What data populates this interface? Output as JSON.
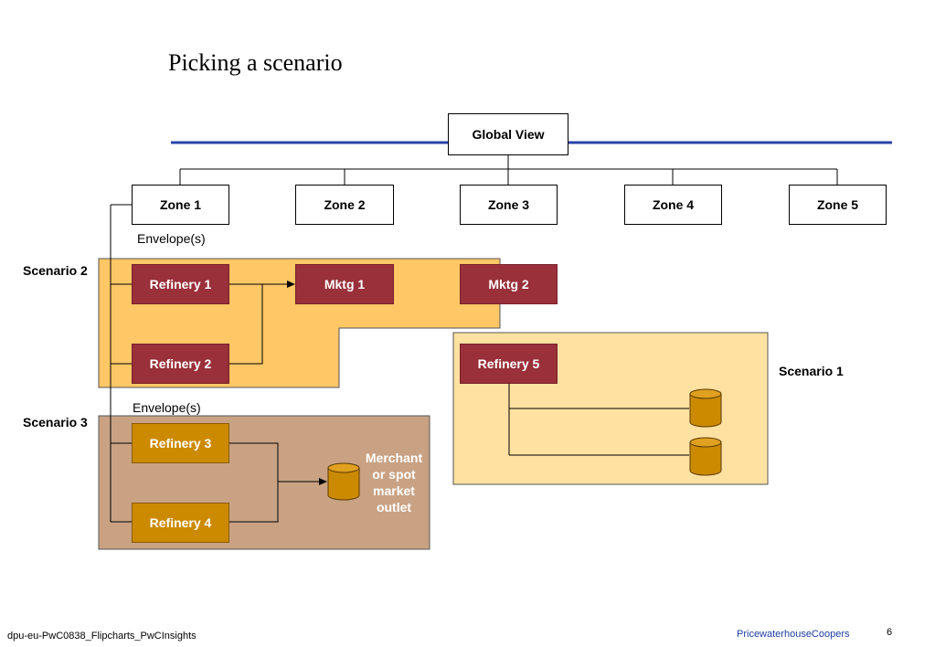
{
  "title": "Picking a scenario",
  "global_view": "Global View",
  "zones": [
    "Zone 1",
    "Zone 2",
    "Zone 3",
    "Zone 4",
    "Zone 5"
  ],
  "envelope_label": "Envelope(s)",
  "scenarios": {
    "s1": "Scenario 1",
    "s2": "Scenario 2",
    "s3": "Scenario 3"
  },
  "nodes": {
    "refinery1": "Refinery 1",
    "refinery2": "Refinery 2",
    "refinery3": "Refinery 3",
    "refinery4": "Refinery 4",
    "refinery5": "Refinery 5",
    "mktg1": "Mktg 1",
    "mktg2": "Mktg 2"
  },
  "merchant_label": "Merchant\nor spot\nmarket\noutlet",
  "footer": {
    "left": "dpu-eu-PwC0838_Flipcharts_PwCInsights",
    "brand": "PricewaterhouseCoopers",
    "page": "6"
  },
  "colors": {
    "scenario2_fill": "#ffc766",
    "scenario1_fill": "#ffe1a2",
    "scenario3_fill": "#c9a284",
    "node_red": "#99303a",
    "node_gold": "#cc8a00",
    "divider_blue": "#2a44a8",
    "brand_blue": "#1c3ea1"
  }
}
